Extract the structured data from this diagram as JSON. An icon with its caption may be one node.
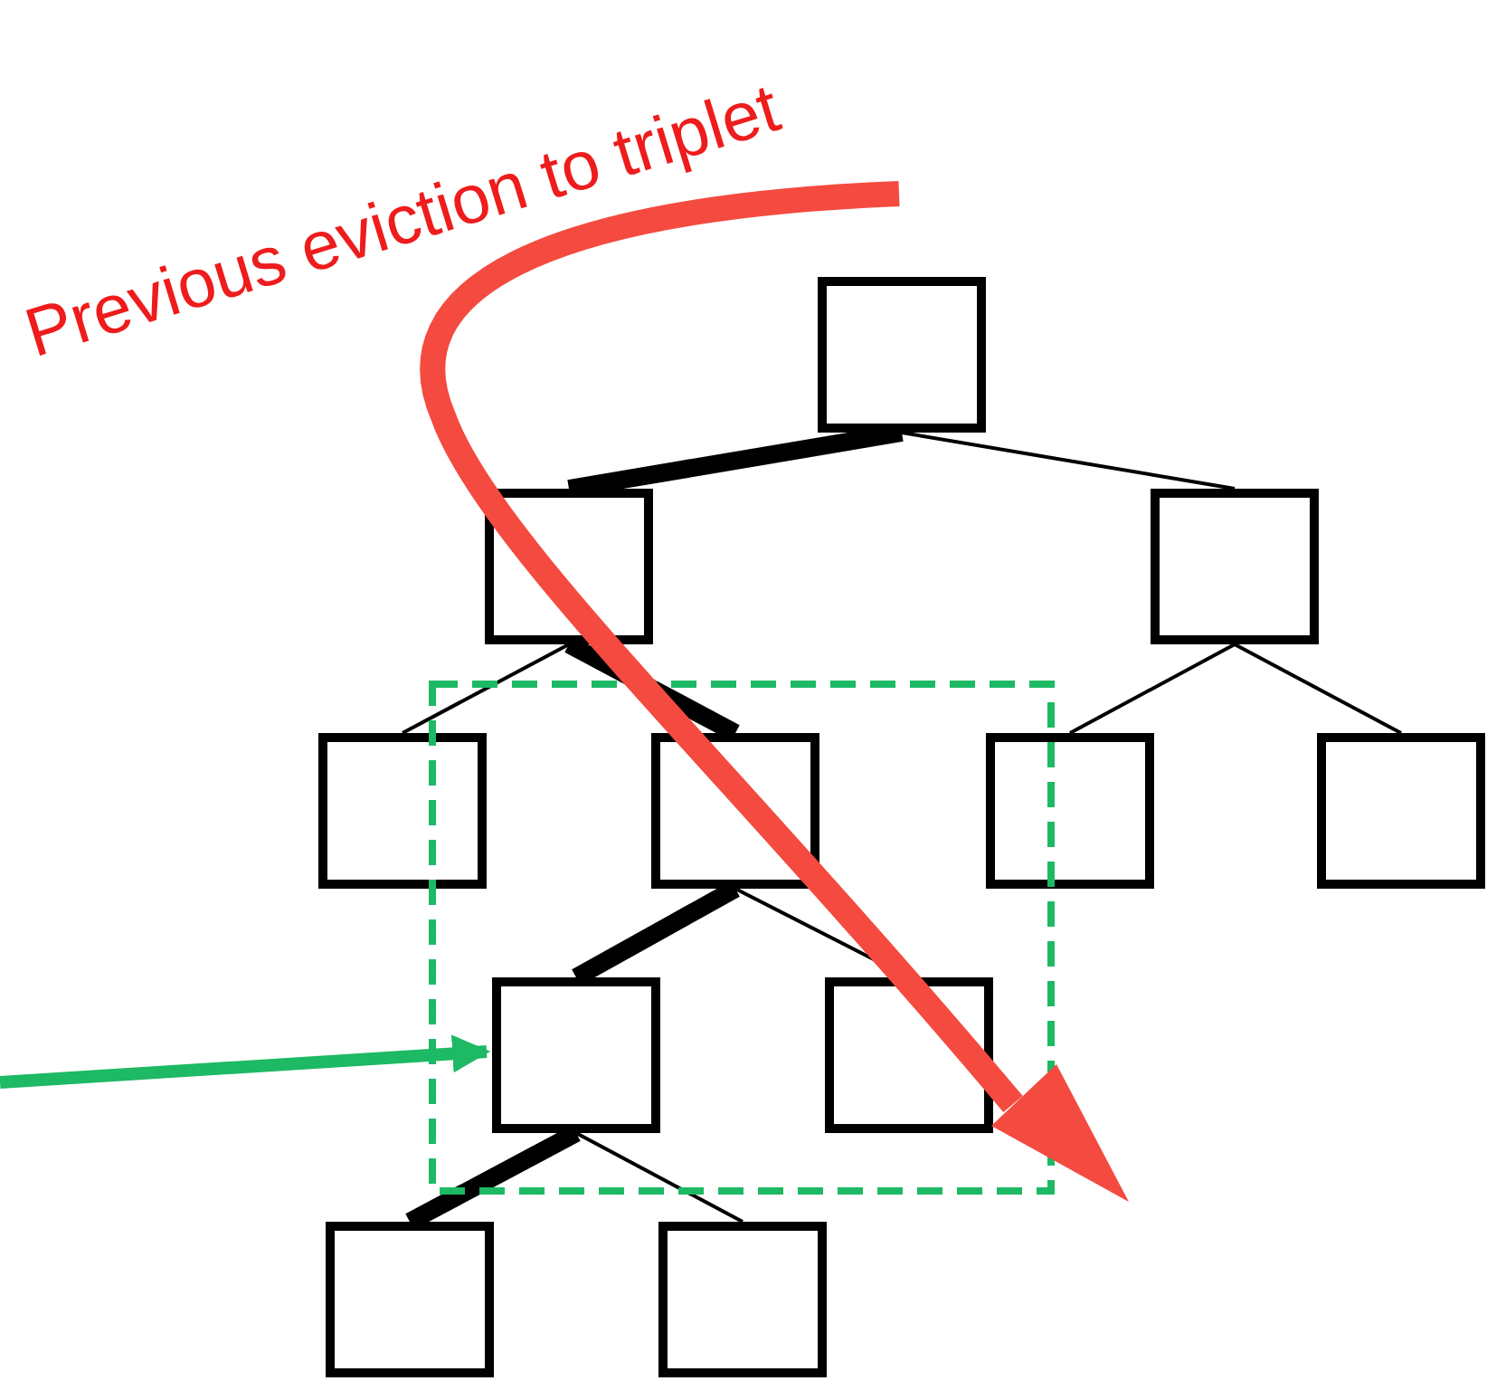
{
  "diagram": {
    "nodes": [
      {
        "text": [],
        "shape": "box"
      },
      {
        "text": [],
        "shape": "box"
      },
      {
        "text": [],
        "shape": "box"
      },
      {
        "text": [],
        "shape": "box"
      },
      {
        "text": [],
        "shape": "box"
      },
      {
        "text": [],
        "shape": "box"
      },
      {
        "text": [],
        "shape": "box"
      },
      {
        "text": [],
        "shape": "box"
      },
      {
        "text": [],
        "shape": "box"
      },
      {
        "text": [],
        "shape": "box"
      },
      {
        "text": [],
        "shape": "box"
      }
    ],
    "edges": [
      {
        "from": 0,
        "to": 1,
        "arrow": "none",
        "style": "thick"
      },
      {
        "from": 0,
        "to": 2,
        "arrow": "none"
      },
      {
        "from": 1,
        "to": 3,
        "arrow": "none"
      },
      {
        "from": 1,
        "to": 4,
        "arrow": "none",
        "style": "thick"
      },
      {
        "from": 2,
        "to": 5,
        "arrow": "none"
      },
      {
        "from": 2,
        "to": 6,
        "arrow": "none"
      },
      {
        "from": 4,
        "to": 7,
        "arrow": "none",
        "style": "thick"
      },
      {
        "from": 4,
        "to": 8,
        "arrow": "none"
      },
      {
        "from": 7,
        "to": 9,
        "arrow": "none",
        "style": "thick"
      },
      {
        "from": 7,
        "to": 10,
        "arrow": "none"
      },
      {
        "from": null,
        "to": 7,
        "arrow": "to",
        "style": "thick",
        "color": "#1db964"
      }
    ],
    "labels": [
      "Previous eviction to triplet"
    ]
  }
}
